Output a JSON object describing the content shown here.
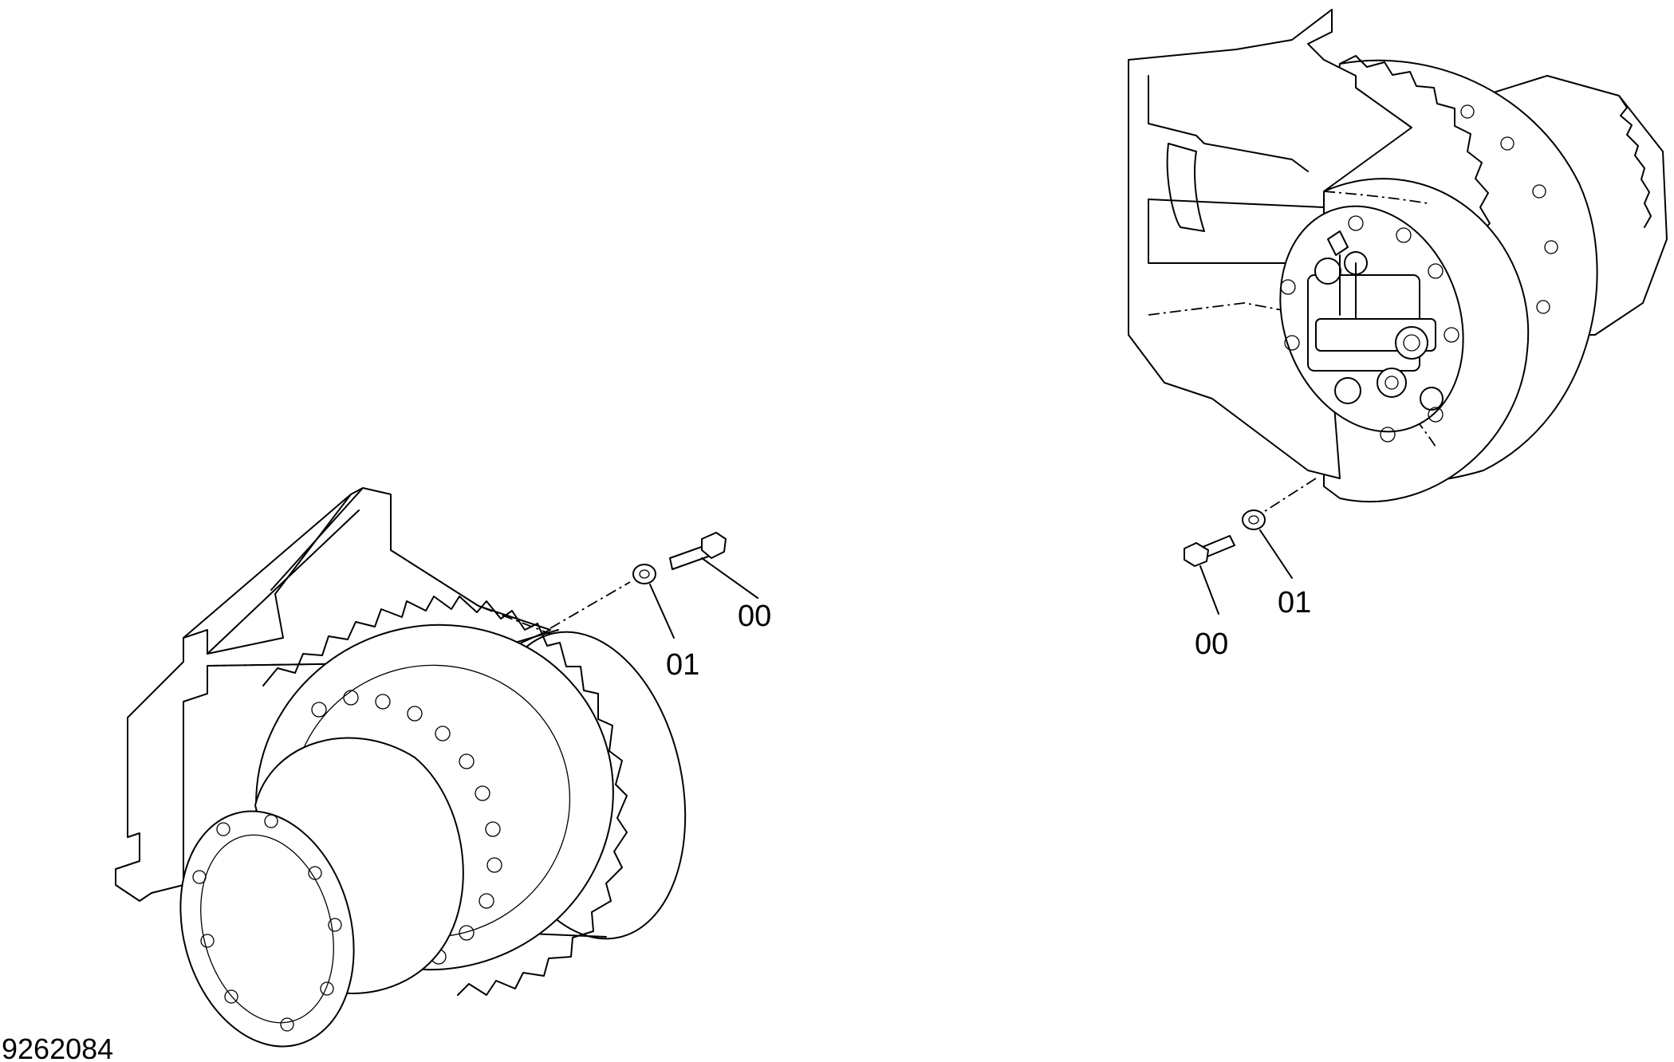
{
  "diagram": {
    "doc_number": "9262084",
    "left_assembly": {
      "callouts": [
        {
          "id": "bolt",
          "label": "00"
        },
        {
          "id": "washer",
          "label": "01"
        }
      ]
    },
    "right_assembly": {
      "callouts": [
        {
          "id": "bolt",
          "label": "00"
        },
        {
          "id": "washer",
          "label": "01"
        }
      ]
    }
  }
}
